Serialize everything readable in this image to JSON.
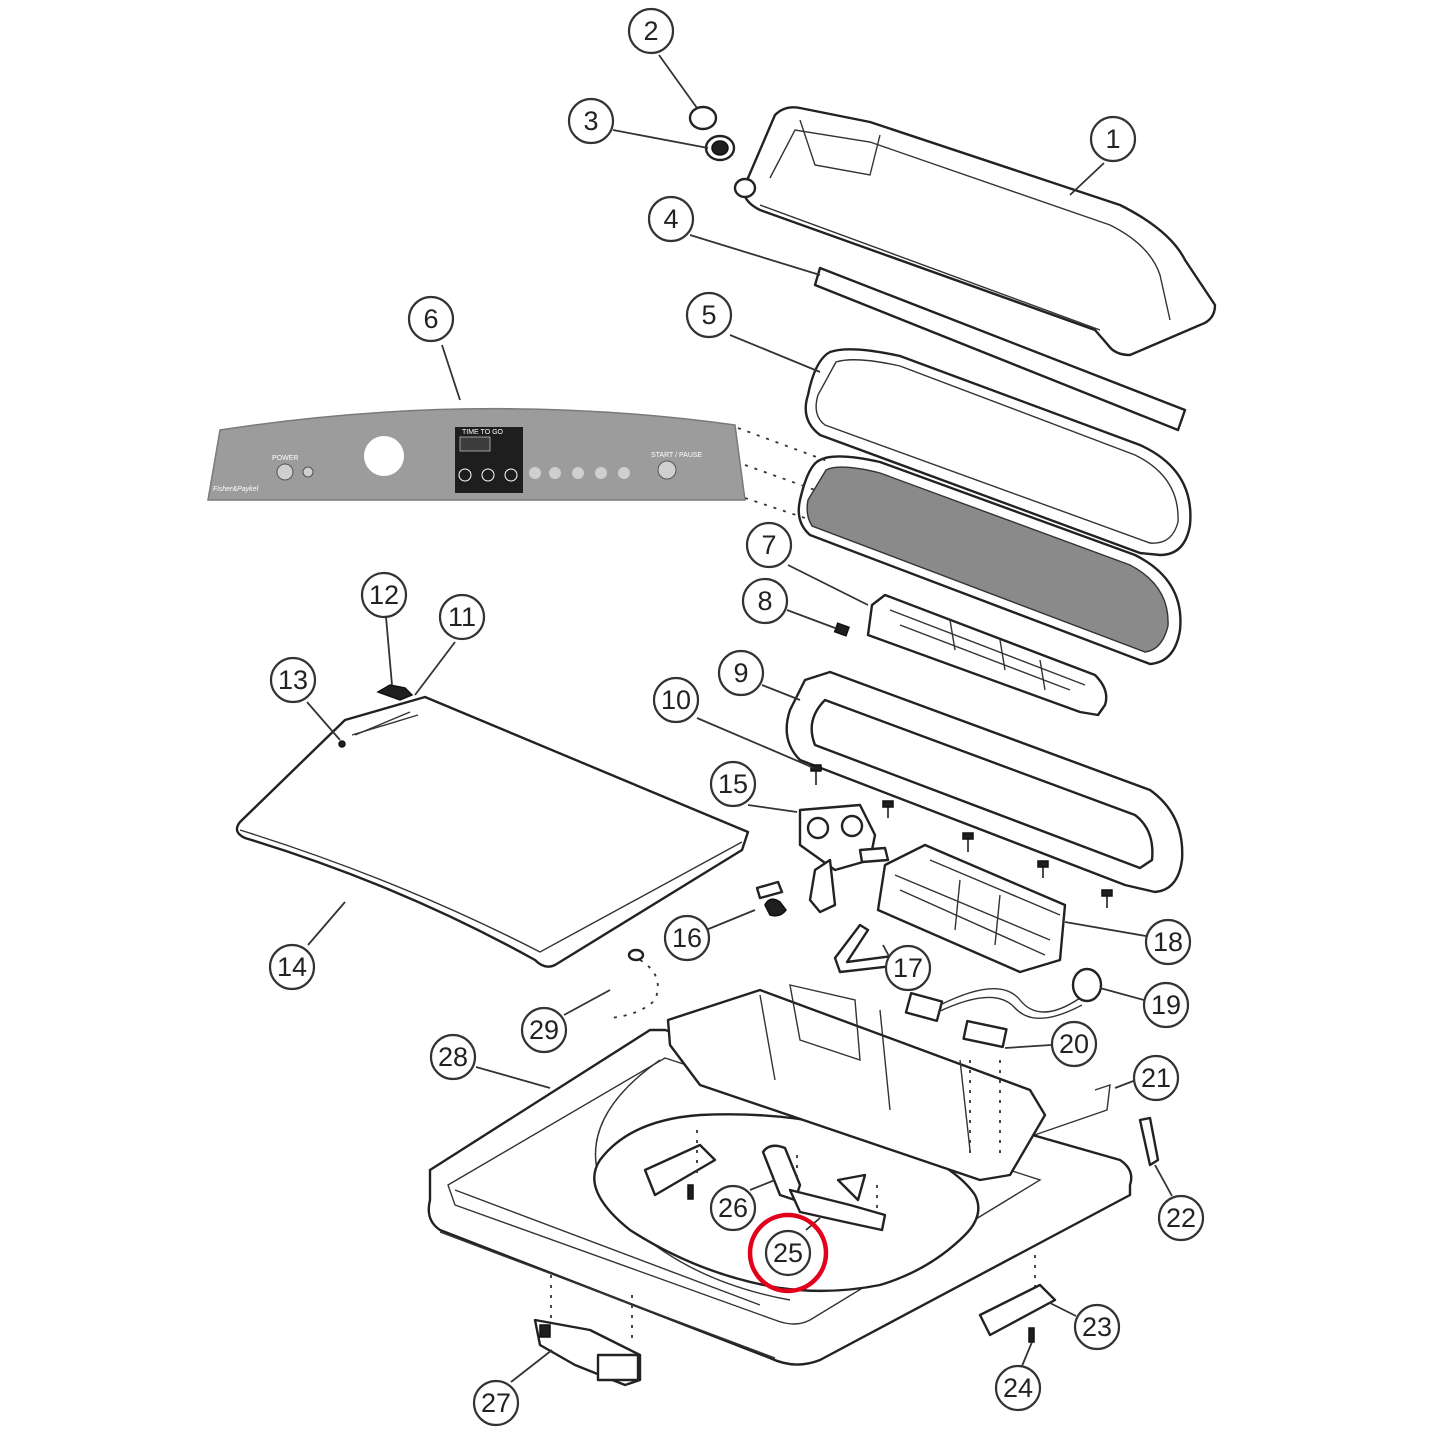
{
  "diagram": {
    "callouts": [
      "1",
      "2",
      "3",
      "4",
      "5",
      "6",
      "7",
      "8",
      "9",
      "10",
      "11",
      "12",
      "13",
      "14",
      "15",
      "16",
      "17",
      "18",
      "19",
      "20",
      "21",
      "22",
      "23",
      "24",
      "25",
      "26",
      "27",
      "28",
      "29"
    ],
    "highlighted_callout": "25",
    "highlight_color": "#e3001b",
    "panel": {
      "brand": "Fisher&Paykel",
      "display_caption": "TIME TO GO",
      "start_label": "START / PAUSE",
      "power_label": "POWER"
    }
  }
}
